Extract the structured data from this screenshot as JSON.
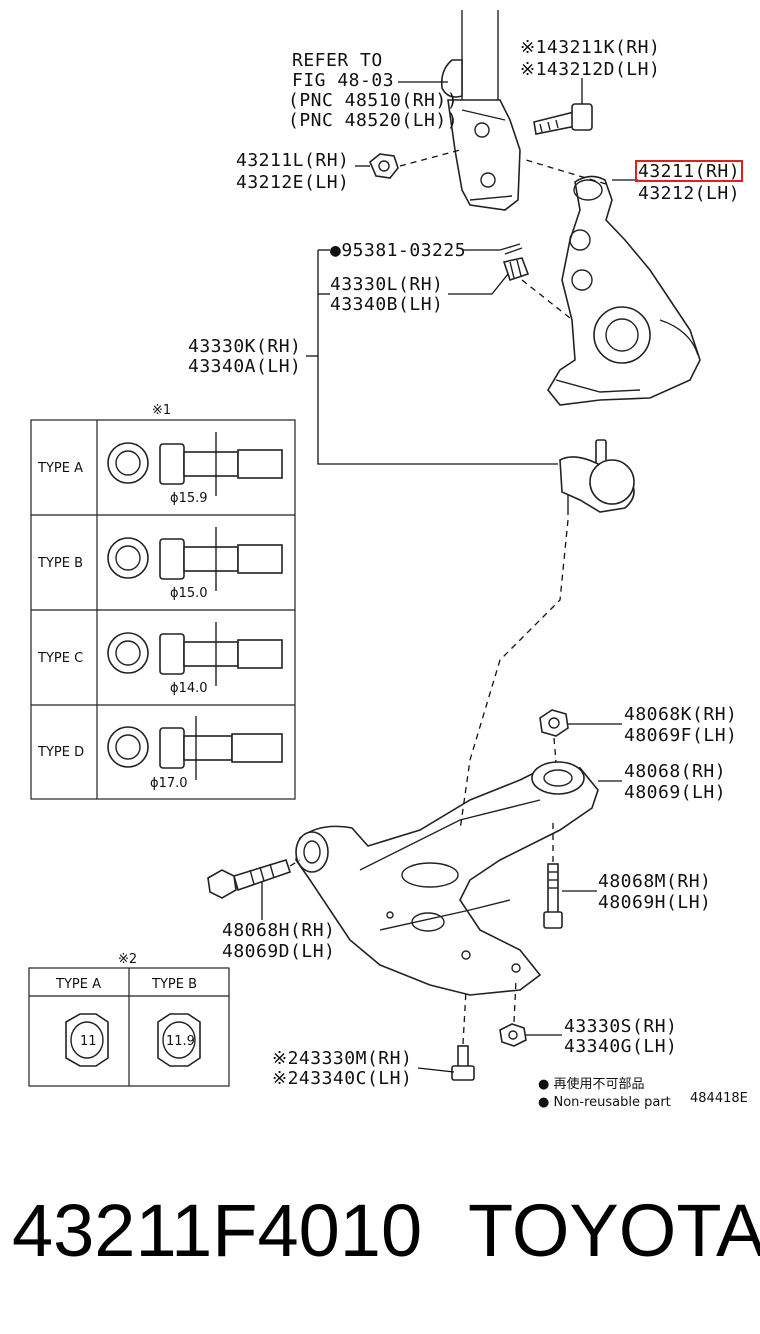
{
  "refer": {
    "line1": "REFER TO",
    "line2": "FIG 48-03",
    "line3": "(PNC 48510(RH))",
    "line4": "(PNC 48520(LH))"
  },
  "labels": {
    "bolt_top_rh": "※143211K(RH)",
    "bolt_top_lh": "※143212D(LH)",
    "nut_l_rh": "43211L(RH)",
    "nut_l_lh": "43212E(LH)",
    "knuckle_rh": "43211(RH)",
    "knuckle_lh": "43212(LH)",
    "pin": "●95381-03225",
    "nut_330l_rh": "43330L(RH)",
    "nut_340b_lh": "43340B(LH)",
    "balljoint_rh": "43330K(RH)",
    "balljoint_lh": "43340A(LH)",
    "nut_48068k_rh": "48068K(RH)",
    "nut_48069f_lh": "48069F(LH)",
    "bush_48068_rh": "48068(RH)",
    "bush_48069_lh": "48069(LH)",
    "bolt_48068m_rh": "48068M(RH)",
    "bolt_48069h_lh": "48069H(LH)",
    "bolt_48068h_rh": "48068H(RH)",
    "bolt_48069d_lh": "48069D(LH)",
    "nut_43330s_rh": "43330S(RH)",
    "nut_43340g_lh": "43340G(LH)",
    "bolt_43330m_rh": "※243330M(RH)",
    "bolt_43340c_lh": "※243340C(LH)"
  },
  "table1": {
    "mark": "※1",
    "rows": [
      {
        "type": "TYPE A",
        "dia": "ϕ15.9"
      },
      {
        "type": "TYPE B",
        "dia": "ϕ15.0"
      },
      {
        "type": "TYPE C",
        "dia": "ϕ14.0"
      },
      {
        "type": "TYPE D",
        "dia": "ϕ17.0"
      }
    ]
  },
  "table2": {
    "mark": "※2",
    "headers": [
      "TYPE A",
      "TYPE B"
    ],
    "values": [
      "11",
      "11.9"
    ]
  },
  "legend": {
    "jp": "● 再使用不可部品",
    "en": "● Non-reusable part",
    "code": "484418E"
  },
  "footer": {
    "part_number": "43211F4010",
    "brand": "TOYOTA"
  },
  "colors": {
    "highlight": "#e02020",
    "ink": "#111111"
  }
}
